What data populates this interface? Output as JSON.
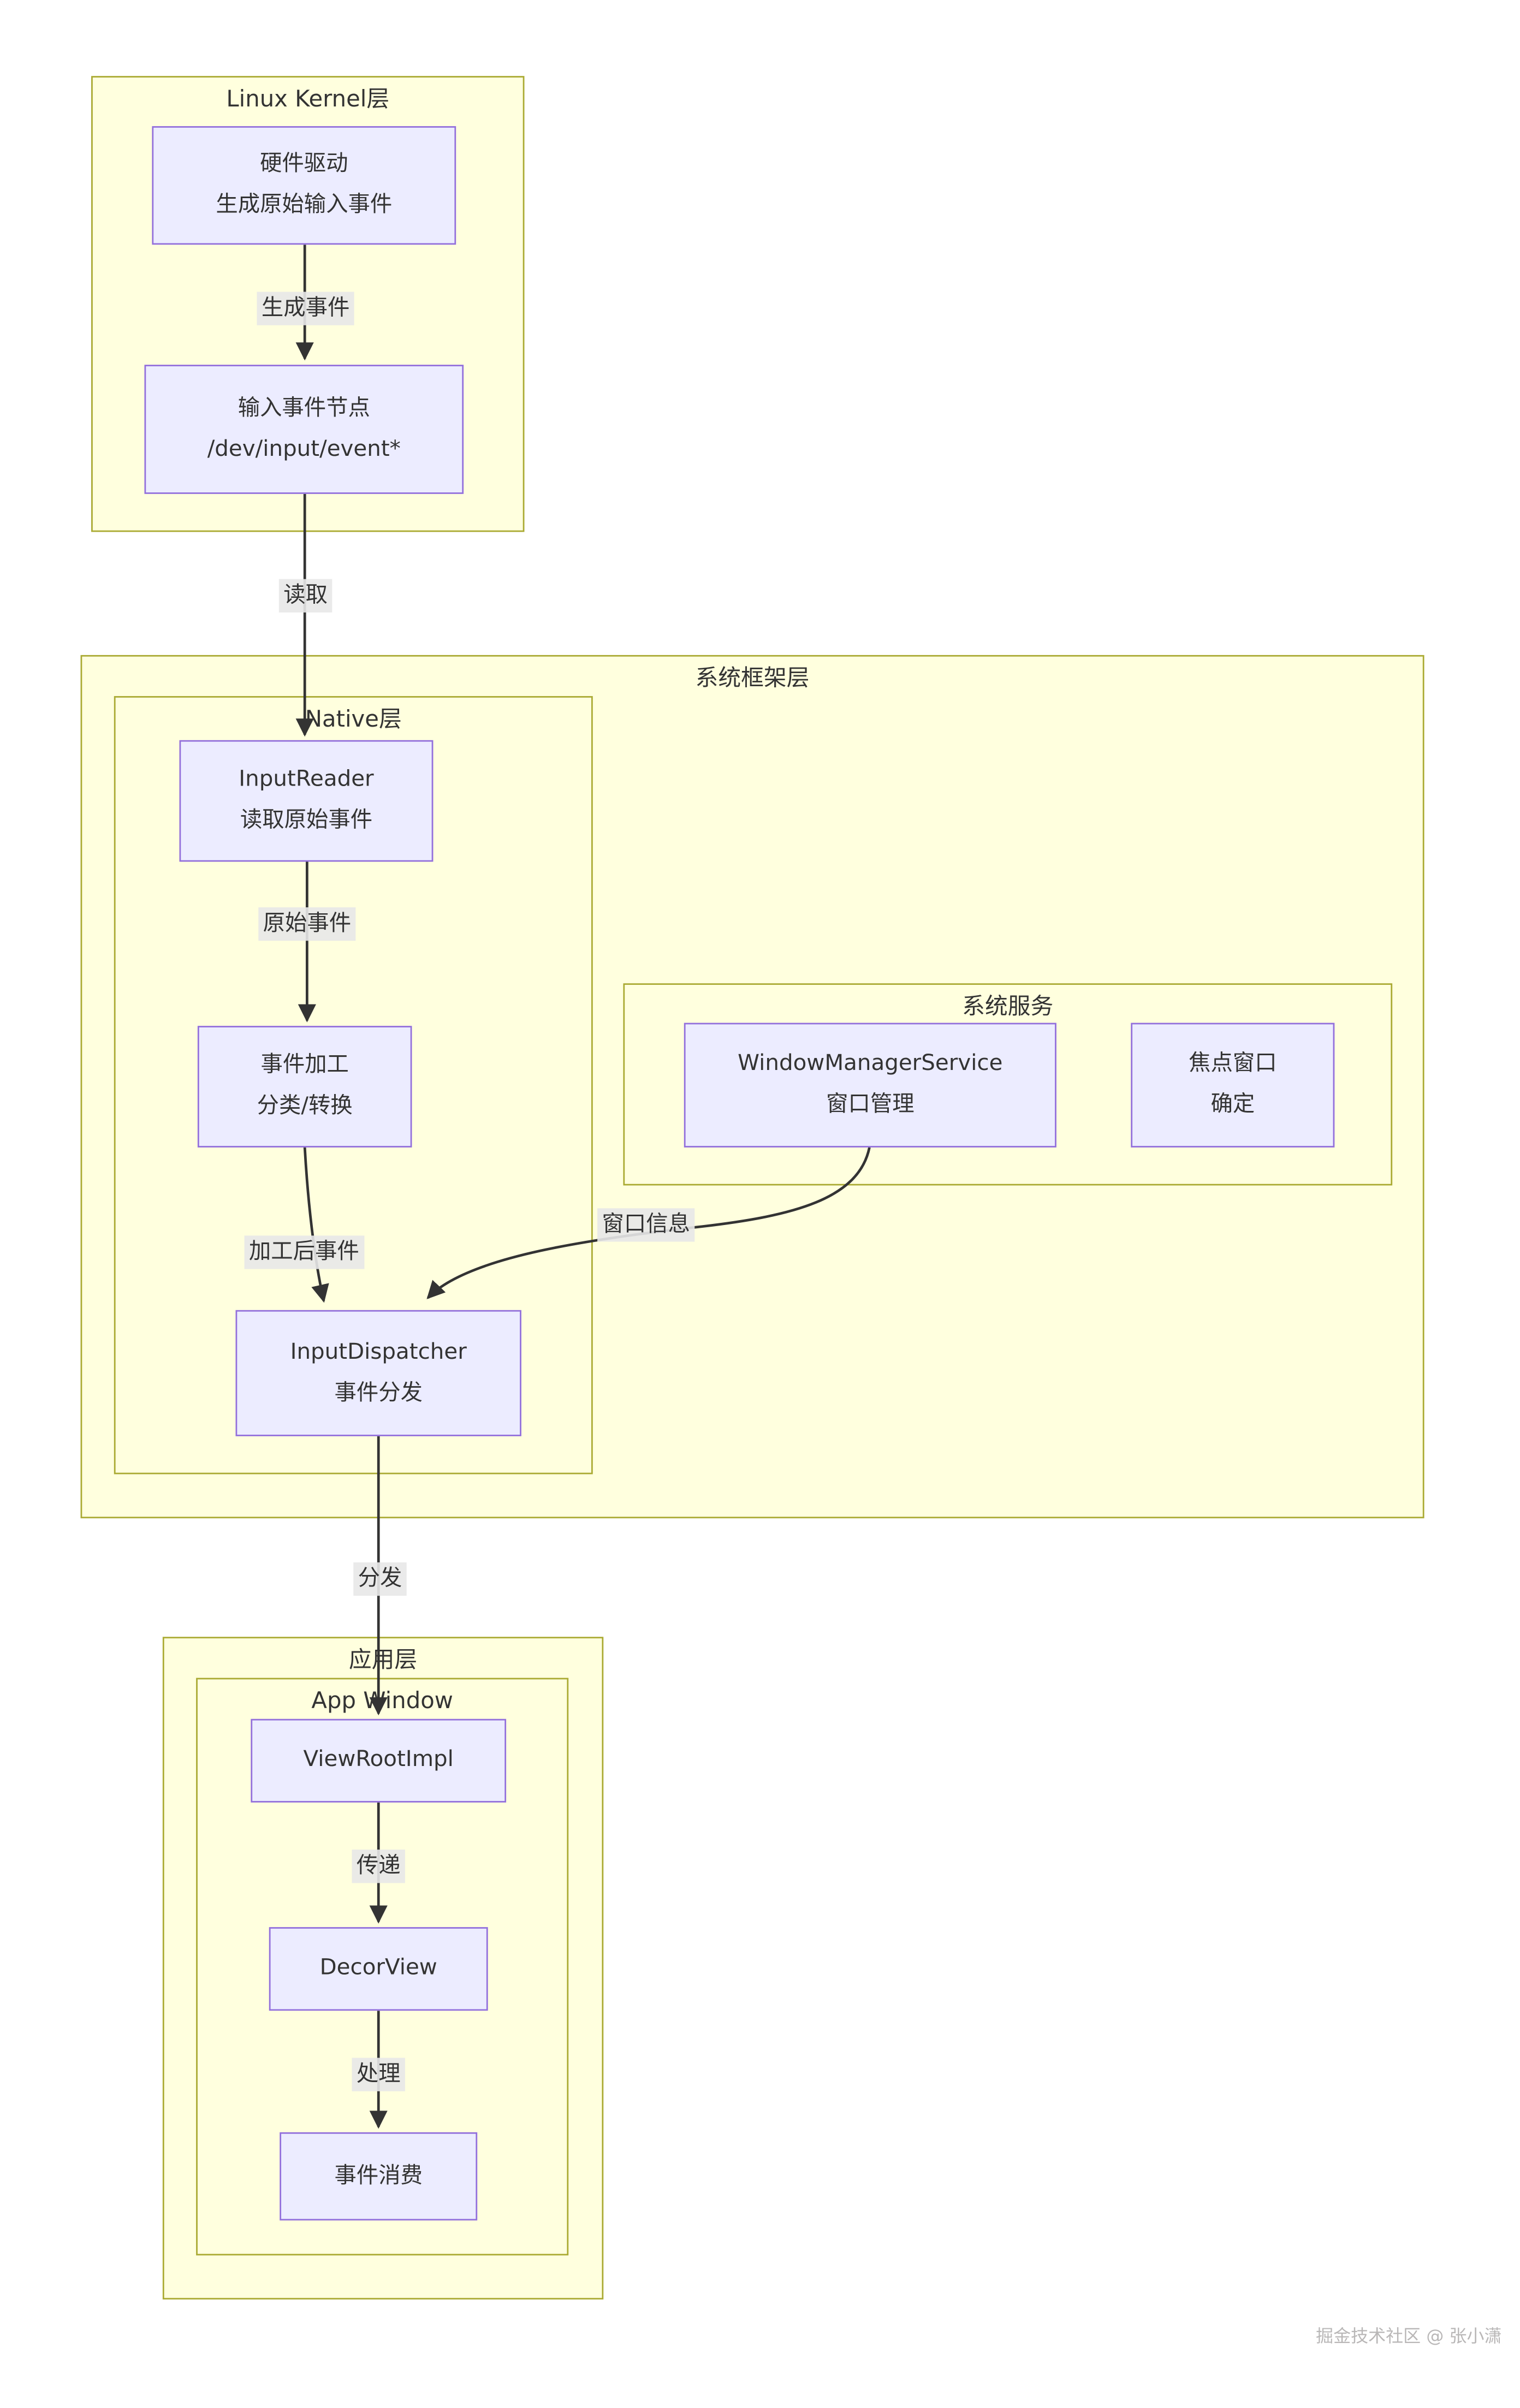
{
  "clusters": {
    "linux_kernel": "Linux Kernel层",
    "framework": "系统框架层",
    "native": "Native层",
    "system_service": "系统服务",
    "app": "应用层",
    "app_window": "App Window"
  },
  "nodes": {
    "hw_driver": {
      "line1": "硬件驱动",
      "line2": "生成原始输入事件"
    },
    "input_node": {
      "line1": "输入事件节点",
      "line2": "/dev/input/event*"
    },
    "input_reader": {
      "line1": "InputReader",
      "line2": "读取原始事件"
    },
    "event_process": {
      "line1": "事件加工",
      "line2": "分类/转换"
    },
    "wms": {
      "line1": "WindowManagerService",
      "line2": "窗口管理"
    },
    "focus_window": {
      "line1": "焦点窗口",
      "line2": "确定"
    },
    "input_dispatcher": {
      "line1": "InputDispatcher",
      "line2": "事件分发"
    },
    "view_root": {
      "line1": "ViewRootImpl"
    },
    "decor_view": {
      "line1": "DecorView"
    },
    "event_consume": {
      "line1": "事件消费"
    }
  },
  "edge_labels": {
    "generate_event": "生成事件",
    "read": "读取",
    "raw_event": "原始事件",
    "processed_event": "加工后事件",
    "window_info": "窗口信息",
    "dispatch": "分发",
    "pass": "传递",
    "handle": "处理"
  },
  "watermark": "掘金技术社区 @ 张小潇",
  "colors": {
    "cluster_fill": "#ffffde",
    "cluster_border": "#aaaa33",
    "node_fill": "#ececff",
    "node_border": "#9370db",
    "edge": "#333333",
    "edge_label_bg": "#e8e8e8",
    "text": "#333333",
    "watermark_text": "#b9b7b7"
  }
}
